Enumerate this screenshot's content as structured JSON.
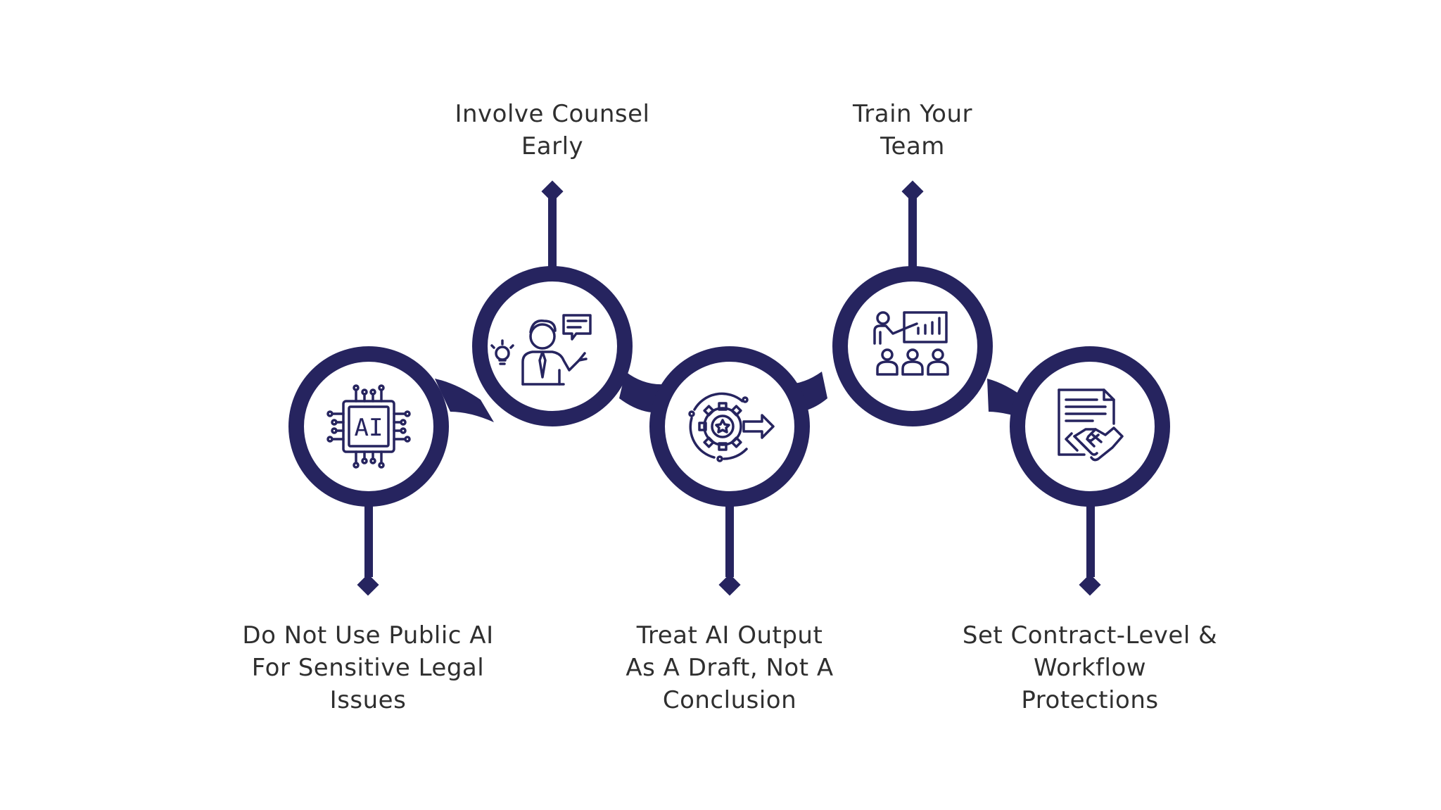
{
  "colors": {
    "accent": "#26245f",
    "text": "#2f2f2f",
    "background": "#ffffff"
  },
  "steps": [
    {
      "icon": "ai-chip-icon",
      "badge": "AI",
      "label_lines": [
        "Do Not Use Public AI",
        "For Sensitive Legal",
        "Issues"
      ]
    },
    {
      "icon": "consultant-speaking-icon",
      "label_lines": [
        "Involve Counsel",
        "Early"
      ]
    },
    {
      "icon": "gear-star-arrow-icon",
      "label_lines": [
        "Treat AI Output",
        "As A Draft, Not A",
        "Conclusion"
      ]
    },
    {
      "icon": "presentation-team-icon",
      "label_lines": [
        "Train Your",
        "Team"
      ]
    },
    {
      "icon": "contract-handshake-icon",
      "label_lines": [
        "Set Contract-Level &",
        "Workflow",
        "Protections"
      ]
    }
  ]
}
